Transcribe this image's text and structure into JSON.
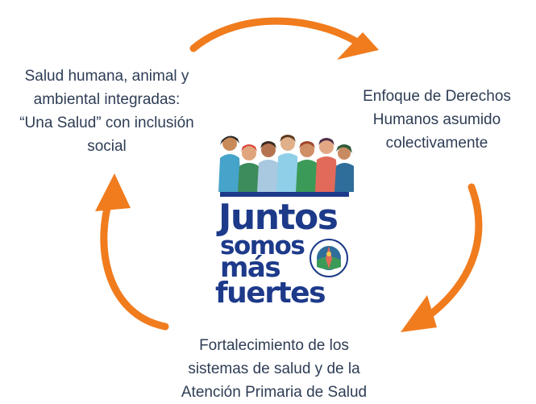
{
  "labels": {
    "left": [
      "Salud humana, animal y",
      "ambiental integradas:",
      "“Una Salud” con inclusión",
      "social"
    ],
    "right": [
      "Enfoque de Derechos",
      "Humanos asumido",
      "colectivamente"
    ],
    "bottom": [
      "Fortalecimiento de los",
      "sistemas de salud y de la",
      "Atención Primaria de Salud"
    ]
  },
  "logo": {
    "words": [
      "Juntos",
      "somos",
      "más",
      "fuertes"
    ]
  },
  "colors": {
    "arrow": "#f07c1e",
    "text": "#2e3d55",
    "logo_text": "#1d3a8a"
  }
}
